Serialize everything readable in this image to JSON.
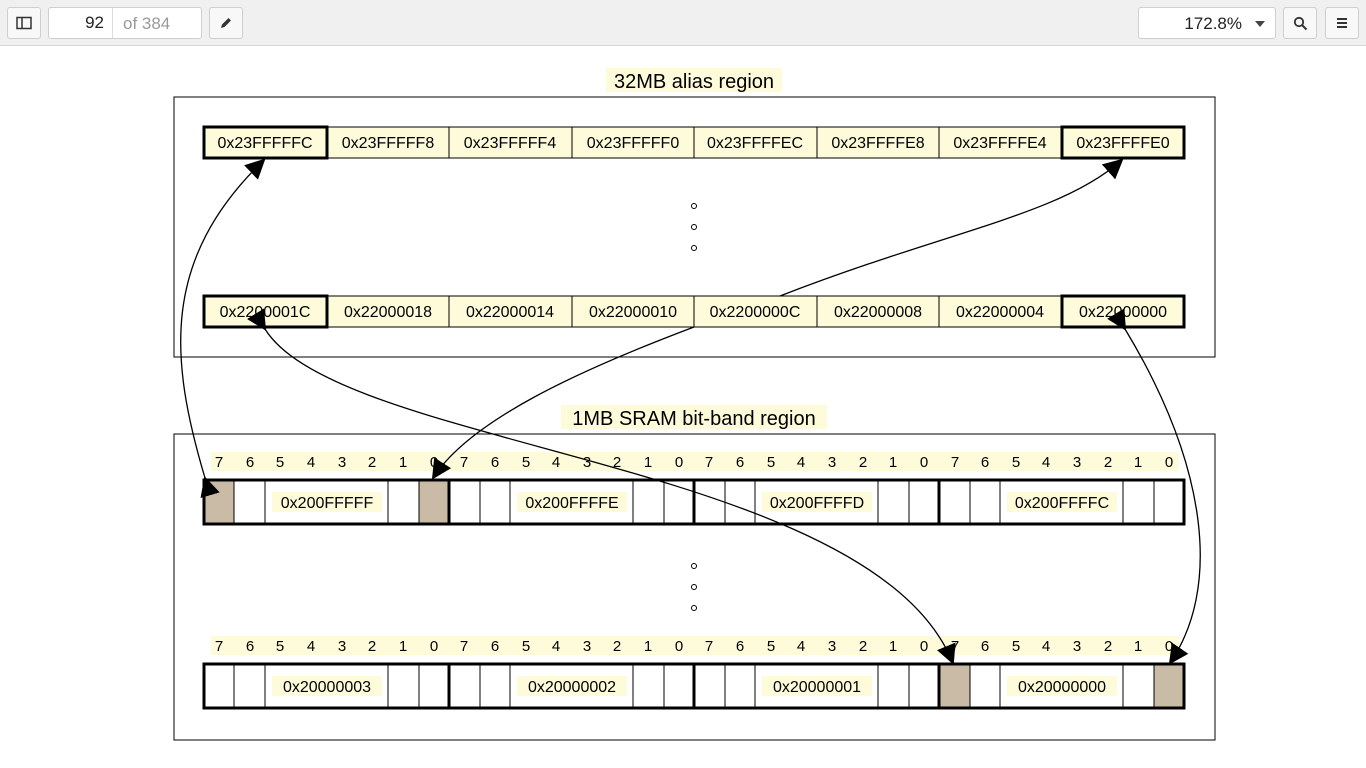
{
  "toolbar": {
    "page_current": "92",
    "page_total": "of 384",
    "zoom": "172.8%",
    "icons": [
      "sidebar-icon",
      "pen-icon",
      "search-icon",
      "hamburger-menu-icon"
    ]
  },
  "diagram": {
    "alias_title": "32MB alias region",
    "sram_title": "1MB SRAM bit-band region",
    "alias_top_row": [
      "0x23FFFFFC",
      "0x23FFFFF8",
      "0x23FFFFF4",
      "0x23FFFFF0",
      "0x23FFFFEC",
      "0x23FFFFE8",
      "0x23FFFFE4",
      "0x23FFFFE0"
    ],
    "alias_bottom_row": [
      "0x2200001C",
      "0x22000018",
      "0x22000014",
      "0x22000010",
      "0x2200000C",
      "0x22000008",
      "0x22000004",
      "0x22000000"
    ],
    "sram_top_bytes": [
      "0x200FFFFF",
      "0x200FFFFE",
      "0x200FFFFD",
      "0x200FFFFC"
    ],
    "sram_bottom_bytes": [
      "0x20000003",
      "0x20000002",
      "0x20000001",
      "0x20000000"
    ],
    "bit_numbers": [
      "7",
      "6",
      "5",
      "4",
      "3",
      "2",
      "1",
      "0"
    ],
    "colors": {
      "label_bg": "#fdfbd9",
      "highlight_bit": "#c9bba5",
      "line": "#000000"
    }
  }
}
